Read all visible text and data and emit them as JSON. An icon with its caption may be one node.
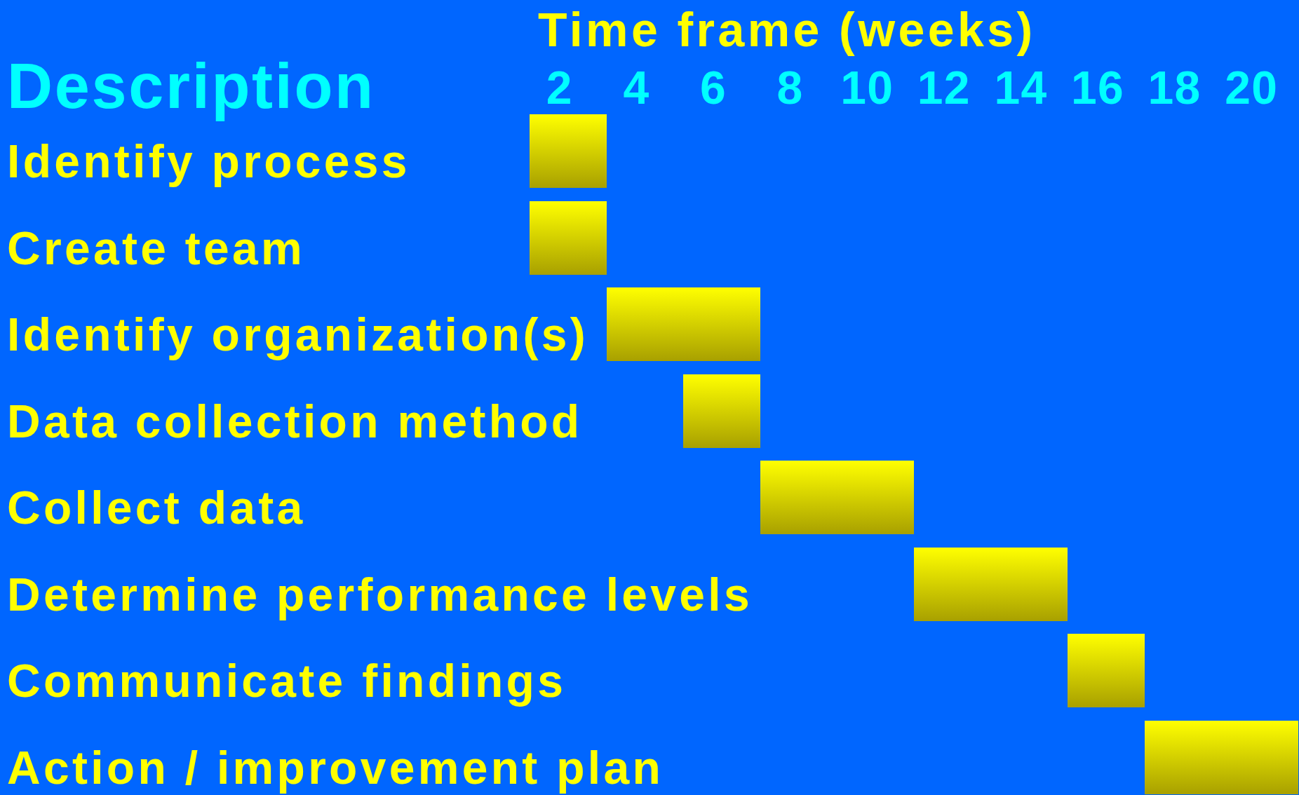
{
  "diagram": {
    "nodes": [
      {
        "text": [],
        "shape": "bar"
      },
      {
        "text": [],
        "shape": "bar"
      },
      {
        "text": [],
        "shape": "bar"
      },
      {
        "text": [],
        "shape": "bar"
      },
      {
        "text": [],
        "shape": "bar"
      },
      {
        "text": [],
        "shape": "bar"
      },
      {
        "text": [],
        "shape": "bar"
      },
      {
        "text": [],
        "shape": "bar"
      }
    ],
    "labels": [
      "Time frame (weeks)",
      "Description",
      "2",
      "4",
      "6",
      "8",
      "10",
      "12",
      "14",
      "16",
      "18",
      "20",
      "Identify process",
      "Create team",
      "Identify organization(s)",
      "Data collection method",
      "Collect data",
      "Determine performance levels",
      "Communicate findings",
      "Action / improvement plan"
    ]
  }
}
